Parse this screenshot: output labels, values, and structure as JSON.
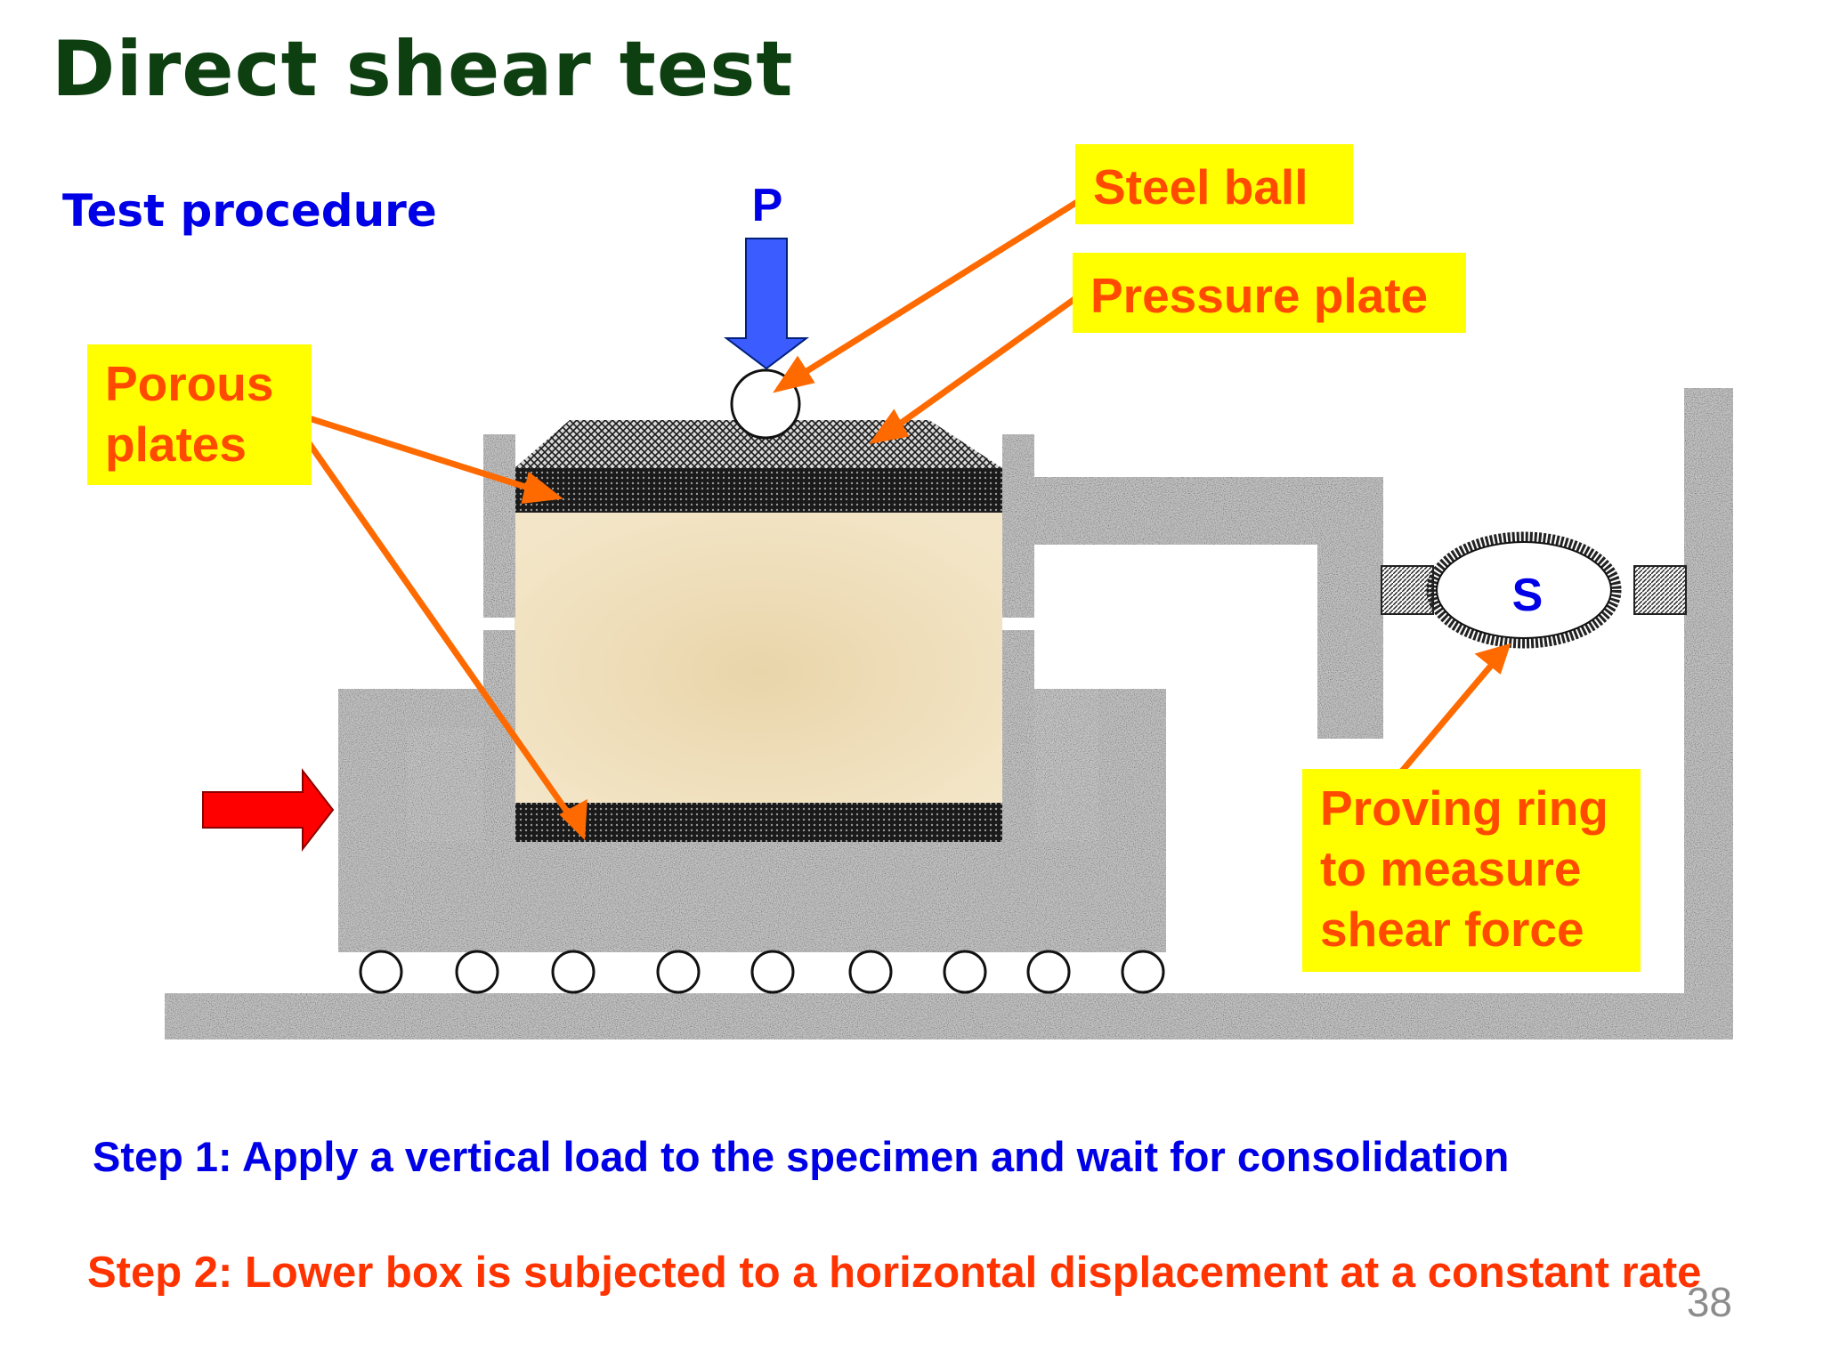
{
  "slide": {
    "title": "Direct shear test",
    "subtitle": "Test procedure",
    "page_number": "38"
  },
  "labels": {
    "load": "P",
    "ring_symbol": "S"
  },
  "callouts": {
    "steel_ball": "Steel ball",
    "pressure_plate": "Pressure plate",
    "porous_plates_line1": "Porous",
    "porous_plates_line2": "plates",
    "proving_ring_line1": "Proving ring",
    "proving_ring_line2": "to measure",
    "proving_ring_line3": "shear force"
  },
  "steps": {
    "step1": "Step 1: Apply a vertical load to the specimen and wait for consolidation",
    "step2": "Step 2: Lower box is subjected to a horizontal displacement at a constant rate"
  },
  "colors": {
    "title": "#0d3f10",
    "blue_text": "#0000e6",
    "callout_bg": "#ffff00",
    "callout_text": "#ff4a00",
    "arrow_orange": "#ff6a00",
    "load_arrow": "#3366ff",
    "push_arrow": "#ff0000",
    "soil": "#efe0bd"
  }
}
